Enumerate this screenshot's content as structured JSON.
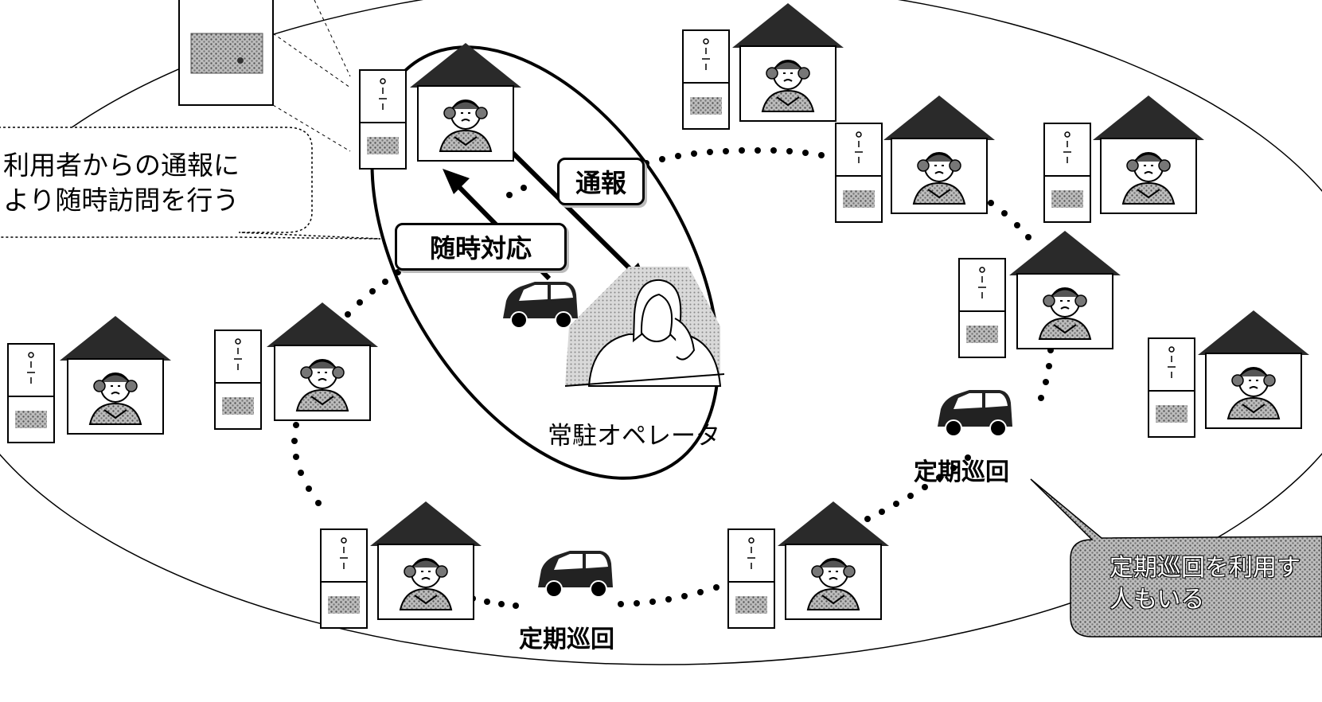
{
  "labels": {
    "report": "通報",
    "on_demand": "随時対応",
    "operator": "常駐オペレータ",
    "patrol_right": "定期巡回",
    "patrol_bottom": "定期巡回"
  },
  "callouts": {
    "user_report_line1": "利用者からの通報に",
    "user_report_line2": "より随時訪問を行う",
    "patrol_only_line1": "定期巡回を利用す",
    "patrol_only_line2": "人もいる"
  },
  "icons": {
    "house": "house-with-elderly-resident-icon",
    "terminal": "emergency-call-terminal-icon",
    "car": "patrol-car-icon",
    "operator": "call-center-operator-icon"
  },
  "colors": {
    "ink": "#000000",
    "roof": "#2a2a2a",
    "shade": "#8c8c8c",
    "paper": "#ffffff"
  }
}
